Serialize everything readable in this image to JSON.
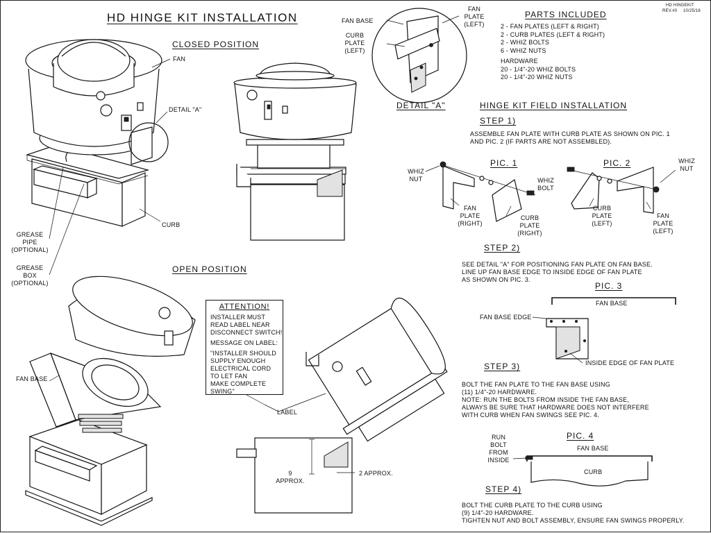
{
  "title": "HD HINGE KIT INSTALLATION",
  "revision": {
    "code": "HD HINGEKIT",
    "rev": "REV.#0",
    "date": "10/25/16"
  },
  "closed_position": {
    "heading": "CLOSED POSITION",
    "labels": {
      "fan": "FAN",
      "detail_a": "DETAIL \"A\"",
      "curb": "CURB",
      "grease_pipe": [
        "GREASE",
        "PIPE",
        "(OPTIONAL)"
      ],
      "grease_box": [
        "GREASE",
        "BOX",
        "(OPTIONAL)"
      ]
    }
  },
  "open_position": {
    "heading": "OPEN POSITION",
    "labels": {
      "fan_base": "FAN BASE",
      "label": "LABEL",
      "approx_9": [
        "9",
        "APPROX."
      ],
      "approx_2": "2 APPROX."
    }
  },
  "attention": {
    "heading": "ATTENTION!",
    "lines": [
      "INSTALLER MUST",
      "READ LABEL NEAR",
      "DISCONNECT SWITCH!",
      "",
      "MESSAGE ON LABEL:",
      "",
      "\"INSTALLER SHOULD",
      "SUPPLY ENOUGH",
      "ELECTRICAL CORD",
      "TO LET FAN",
      "MAKE COMPLETE",
      "SWING\""
    ]
  },
  "detail_a": {
    "caption": "DETAIL \"A\"",
    "labels": {
      "fan_base": "FAN BASE",
      "curb_plate": [
        "CURB",
        "PLATE",
        "(LEFT)"
      ],
      "fan_plate": [
        "FAN",
        "PLATE",
        "(LEFT)"
      ]
    }
  },
  "parts_included": {
    "heading": "PARTS INCLUDED",
    "items": [
      "2 - FAN PLATES (LEFT & RIGHT)",
      "2 - CURB PLATES (LEFT & RIGHT)",
      "2 - WHIZ BOLTS",
      "6 - WHIZ NUTS"
    ],
    "hardware_heading": "HARDWARE",
    "hardware": [
      "20 - 1/4\"-20 WHIZ BOLTS",
      "20 - 1/4\"-20 WHIZ NUTS"
    ]
  },
  "field_installation": {
    "heading": "HINGE KIT FIELD INSTALLATION",
    "steps": [
      {
        "label": "STEP 1)",
        "lines": [
          "ASSEMBLE FAN PLATE WITH CURB PLATE AS SHOWN ON PIC. 1",
          "AND PIC. 2 (IF PARTS ARE NOT ASSEMBLED)."
        ]
      },
      {
        "label": "STEP 2)",
        "lines": [
          "SEE DETAIL \"A\" FOR POSITIONING FAN PLATE ON FAN BASE.",
          "LINE UP FAN BASE EDGE TO INSIDE EDGE OF FAN PLATE",
          "AS SHOWN ON PIC. 3."
        ]
      },
      {
        "label": "STEP 3)",
        "lines": [
          "BOLT THE FAN PLATE TO THE FAN BASE USING",
          "(11) 1/4\"-20 HARDWARE.",
          "NOTE: RUN THE BOLTS FROM INSIDE THE FAN BASE,",
          "ALWAYS BE SURE THAT HARDWARE DOES NOT INTERFERE",
          "WITH CURB WHEN FAN SWINGS SEE PIC. 4."
        ]
      },
      {
        "label": "STEP 4)",
        "lines": [
          "BOLT THE CURB PLATE TO THE CURB USING",
          "(9) 1/4\"-20 HARDWARE.",
          "TIGHTEN NUT AND BOLT ASSEMBLY, ENSURE FAN SWINGS PROPERLY."
        ]
      }
    ]
  },
  "pic1": {
    "heading": "PIC. 1",
    "labels": {
      "whiz_nut": [
        "WHIZ",
        "NUT"
      ],
      "whiz_bolt": [
        "WHIZ",
        "BOLT"
      ],
      "fan_plate": [
        "FAN",
        "PLATE",
        "(RIGHT)"
      ],
      "curb_plate": [
        "CURB",
        "PLATE",
        "(RIGHT)"
      ]
    }
  },
  "pic2": {
    "heading": "PIC. 2",
    "labels": {
      "whiz_nut": [
        "WHIZ",
        "NUT"
      ],
      "curb_plate": [
        "CURB",
        "PLATE",
        "(LEFT)"
      ],
      "fan_plate": [
        "FAN",
        "PLATE",
        "(LEFT)"
      ]
    }
  },
  "pic3": {
    "heading": "PIC. 3",
    "labels": {
      "fan_base": "FAN BASE",
      "fan_base_edge": "FAN BASE EDGE",
      "inside_edge": "INSIDE EDGE OF FAN PLATE"
    }
  },
  "pic4": {
    "heading": "PIC. 4",
    "labels": {
      "run_bolt": [
        "RUN",
        "BOLT",
        "FROM",
        "INSIDE"
      ],
      "fan_base": "FAN BASE",
      "curb": "CURB"
    }
  }
}
